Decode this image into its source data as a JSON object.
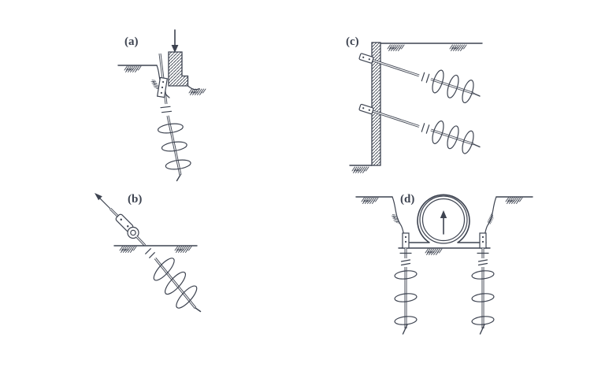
{
  "figure": {
    "background_color": "#ffffff",
    "line_color": "#3d4350",
    "panel_labels": {
      "a": "(a)",
      "b": "(b)",
      "c": "(c)",
      "d": "(d)"
    }
  }
}
